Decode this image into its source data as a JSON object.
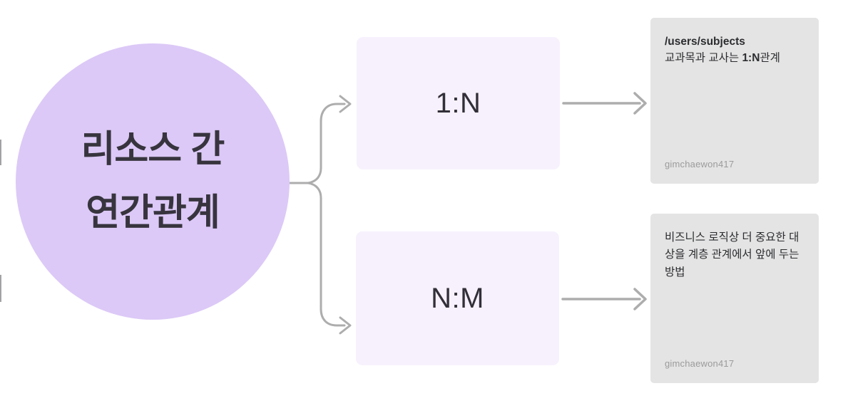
{
  "diagram": {
    "type": "mindmap",
    "root": {
      "label_line1": "리소스 간",
      "label_line2": "연간관계"
    },
    "branches": [
      {
        "label": "1:N"
      },
      {
        "label": "N:M"
      }
    ],
    "notes": [
      {
        "title": "/users/subjects",
        "body_prefix": "교과목과 교사는 ",
        "body_bold": "1:N",
        "body_suffix": "관계",
        "author": "gimchaewon417"
      },
      {
        "body": "비즈니스 로직상 더 중요한 대상을 계층 관계에서 앞에 두는 방법",
        "author": "gimchaewon417"
      }
    ],
    "colors": {
      "root_fill": "#dcc9f7",
      "branch_fill": "#f7f1fd",
      "note_fill": "#e4e4e4",
      "connector": "#aeadae",
      "text_dark": "#37343e",
      "author_gray": "#9b9b9b",
      "background": "#ffffff"
    }
  }
}
